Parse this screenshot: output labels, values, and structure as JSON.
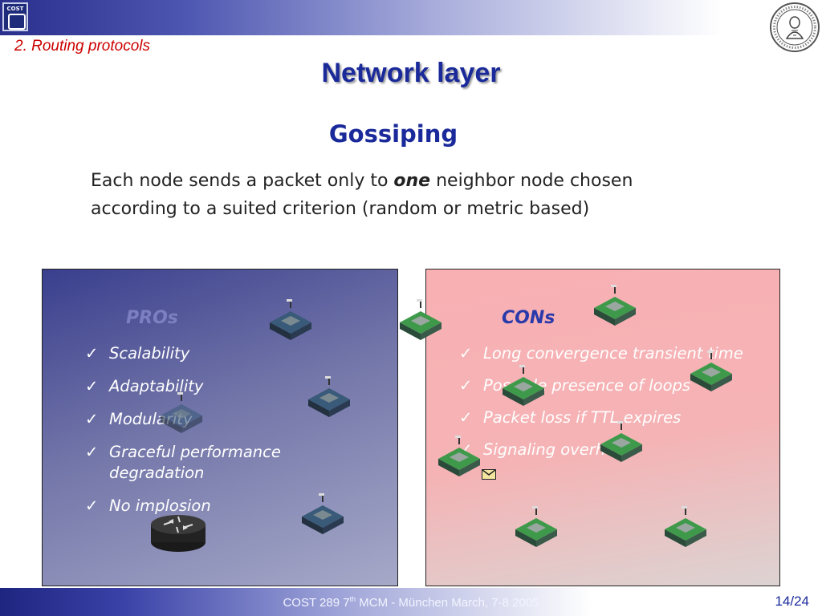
{
  "header": {
    "section": "2.  Routing protocols",
    "title": "Network layer",
    "logo_text": "COST"
  },
  "slide": {
    "heading": "Gossiping",
    "body_before": "Each node sends a packet only to ",
    "body_emphasis": "one",
    "body_after": " neighbor node chosen according to a suited criterion (random or metric based)"
  },
  "pros": {
    "heading": "PROs",
    "items": [
      "Scalability",
      "Adaptability",
      "Modularity",
      "Graceful performance degradation",
      "No implosion"
    ]
  },
  "cons": {
    "heading": "CONs",
    "items": [
      "Long convergence transient time",
      "Possible presence of loops",
      "Packet loss if TTL expires",
      "Signaling overhead"
    ]
  },
  "footer": {
    "text_before": "COST 289 7",
    "text_sup": "th",
    "text_after": " MCM - München March, 7-8 2005",
    "page": "14/24"
  },
  "icons": {
    "check": "✓",
    "node": "sensor-node-icon",
    "router": "router-icon",
    "envelope": "envelope-icon",
    "seal": "university-seal-icon"
  },
  "colors": {
    "title_blue": "#1a2a9a",
    "section_red": "#cc0000",
    "pros_panel": "#5b5f9e",
    "cons_panel": "#f5b3b5"
  }
}
